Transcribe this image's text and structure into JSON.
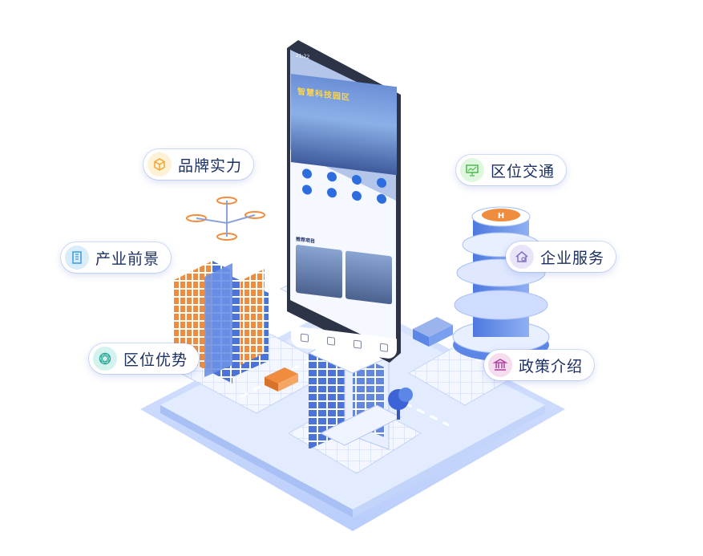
{
  "features": [
    {
      "id": "brand",
      "label": "品牌实力",
      "icon": "cube-icon",
      "icon_bg": "#fff1d6",
      "icon_color": "#f2a532"
    },
    {
      "id": "industry",
      "label": "产业前景",
      "icon": "office-building-icon",
      "icon_bg": "#d8ecfa",
      "icon_color": "#3a9be0"
    },
    {
      "id": "location",
      "label": "区位优势",
      "icon": "network-icon",
      "icon_bg": "#d4f2ee",
      "icon_color": "#2aa897"
    },
    {
      "id": "traffic",
      "label": "区位交通",
      "icon": "presentation-board-icon",
      "icon_bg": "#dff6df",
      "icon_color": "#4cb94c"
    },
    {
      "id": "service",
      "label": "企业服务",
      "icon": "house-gear-icon",
      "icon_bg": "#e9e4f8",
      "icon_color": "#8273c9"
    },
    {
      "id": "policy",
      "label": "政策介绍",
      "icon": "government-building-icon",
      "icon_bg": "#f5dcef",
      "icon_color": "#b03fa0"
    }
  ],
  "phone": {
    "status_time": "21:22",
    "banner_title": "智慧科技园区",
    "section_title": "推荐项目",
    "grid_items": [
      "",
      "",
      "",
      "",
      "",
      "",
      "",
      "",
      "",
      "",
      "",
      ""
    ],
    "cards": [
      "",
      ""
    ],
    "tabs": [
      "",
      "",
      "",
      ""
    ]
  },
  "colors": {
    "accent": "#2e6de0",
    "platform": "#c9d8ff",
    "platform_top": "#e6eeff",
    "building_blue": "#5c87e6",
    "building_orange": "#f08c3e"
  }
}
